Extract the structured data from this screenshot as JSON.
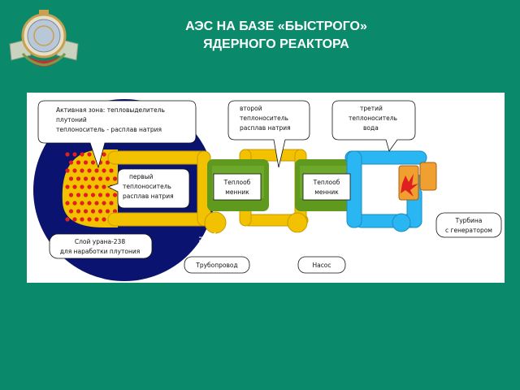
{
  "header": {
    "title_line1": "АЭС НА БАЗЕ «БЫСТРОГО»",
    "title_line2": "ЯДЕРНОГО РЕАКТОРА"
  },
  "diagram": {
    "callouts": {
      "core_line1": "Активная зона: тепловыделитель",
      "core_line2": "плутоний",
      "core_line3": "теплоноситель - расплав натрия",
      "second_line1": "второй",
      "second_line2": "теплоноситель",
      "second_line3": "расплав натрия",
      "third_line1": "третий",
      "third_line2": "теплоноситель",
      "third_line3": "вода",
      "first_line1": "первый",
      "first_line2": "теплоноситель",
      "first_line3": "расплав натрия",
      "hx1_line1": "Теплооб",
      "hx1_line2": "менник",
      "hx2_line1": "Теплооб",
      "hx2_line2": "менник",
      "turbine_line1": "Турбина",
      "turbine_line2": "с генератором",
      "blanket_line1": "Слой урана-238",
      "blanket_line2": "для наработки плутония",
      "pipe": "Трубопровод",
      "pump": "Насос"
    },
    "colors": {
      "reactor": "#0a1470",
      "sodium": "#f2c200",
      "exchanger": "#5f9a1e",
      "water": "#29b6f2",
      "turbine": "#f0a030",
      "core_dots": "#e02020",
      "panel": "#ffffff",
      "background": "#0a8a6a"
    }
  }
}
